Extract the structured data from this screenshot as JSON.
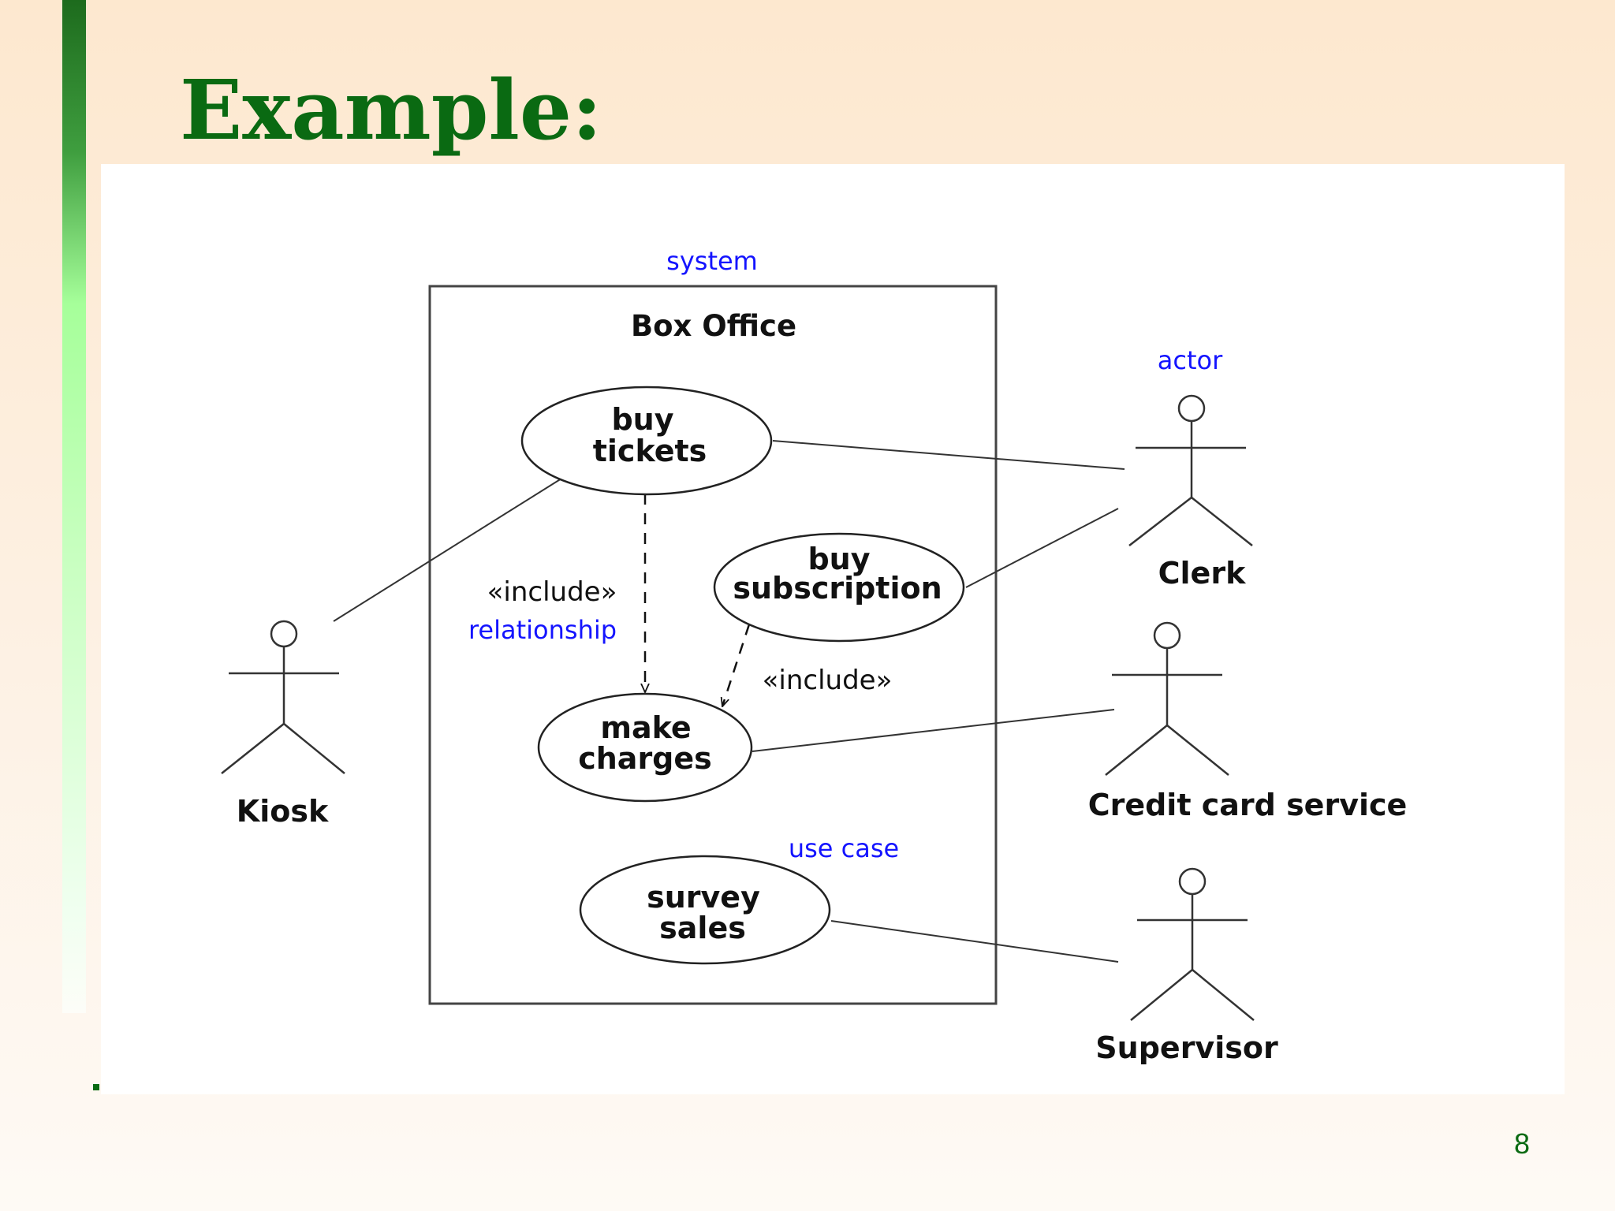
{
  "slide": {
    "title": "Example:",
    "page_number": "8",
    "accent_color": "#0a6a12"
  },
  "diagram": {
    "system_note": "system",
    "system_name": "Box Office",
    "use_cases": {
      "buy_tickets": [
        "buy",
        "tickets"
      ],
      "buy_subscription": [
        "buy",
        "subscription"
      ],
      "make_charges": [
        "make",
        "charges"
      ],
      "survey_sales": [
        "survey",
        "sales"
      ]
    },
    "actors": {
      "kiosk": "Kiosk",
      "clerk": "Clerk",
      "credit_card_service": "Credit card service",
      "supervisor": "Supervisor"
    },
    "notes": {
      "actor": "actor",
      "relationship": "relationship",
      "use_case": "use case"
    },
    "include_label": "«include»",
    "note_color": "#1414ff"
  }
}
